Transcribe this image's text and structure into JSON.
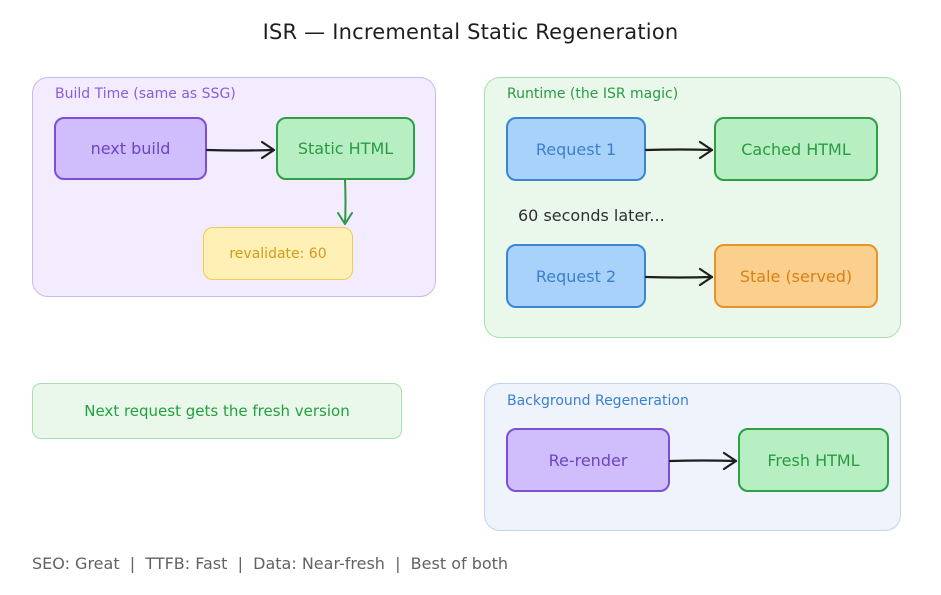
{
  "title": "ISR — Incremental Static Regeneration",
  "groups": {
    "build": {
      "label": "Build Time (same as SSG)",
      "color": "#8a5ddf"
    },
    "runtime": {
      "label": "Runtime (the ISR magic)",
      "color": "#2a9a44"
    },
    "background": {
      "label": "Background Regeneration",
      "color": "#3a7fd0"
    }
  },
  "nodes": {
    "next_build": "next build",
    "static_html": "Static HTML",
    "revalidate": "revalidate: 60",
    "request1": "Request 1",
    "cached_html": "Cached HTML",
    "request2": "Request 2",
    "stale": "Stale (served)",
    "rerender": "Re-render",
    "fresh_html": "Fresh HTML"
  },
  "later_text": "60 seconds later...",
  "note": "Next request gets the fresh version",
  "footer": "SEO: Great  |  TTFB: Fast  |  Data: Near-fresh  |  Best of both",
  "colors": {
    "arrow": "#1e1e1e",
    "arrow_green": "#2a9a44"
  }
}
